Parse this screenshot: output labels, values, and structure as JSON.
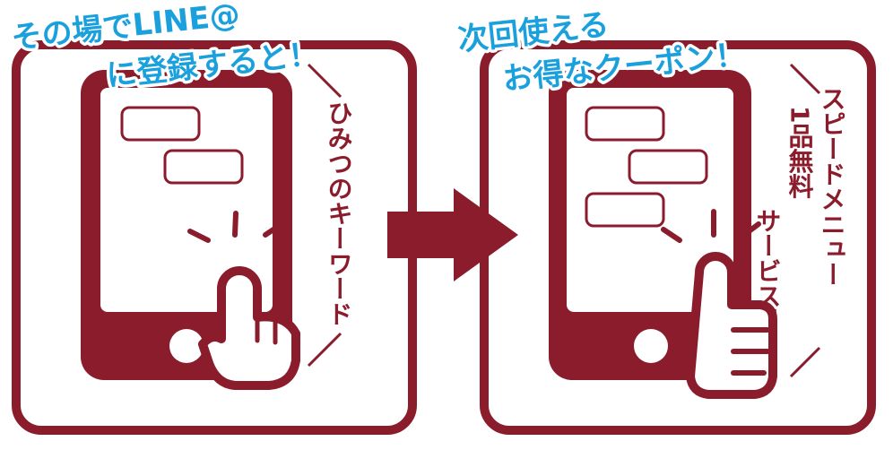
{
  "colors": {
    "maroon": "#8b1c2c",
    "cyan": "#1aa0dd",
    "white": "#ffffff"
  },
  "panel_left": {
    "caption_line1": "その場でLINE@",
    "caption_line2": "に登録すると！",
    "vertical_text": "ひみつのキーワード"
  },
  "arrow": {
    "icon": "right-arrow-icon"
  },
  "panel_right": {
    "caption_line1": "次回使える",
    "caption_line2": "お得なクーポン！",
    "vertical_col1": "スピードメニュー",
    "vertical_col2": "1品無料",
    "vertical_col3": "サービス！"
  }
}
